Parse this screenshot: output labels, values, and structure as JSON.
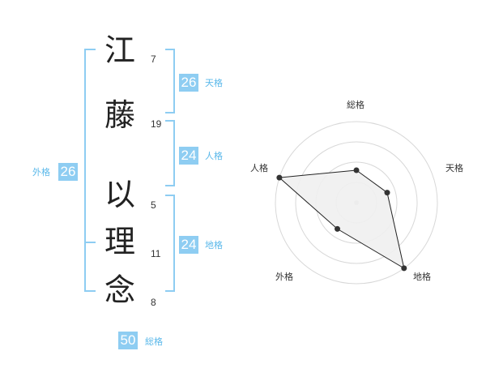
{
  "name": {
    "characters": [
      {
        "char": "江",
        "strokes": "7"
      },
      {
        "char": "藤",
        "strokes": "19"
      },
      {
        "char": "以",
        "strokes": "5"
      },
      {
        "char": "理",
        "strokes": "11"
      },
      {
        "char": "念",
        "strokes": "8"
      }
    ]
  },
  "scores": {
    "tenkaku": {
      "value": "26",
      "label": "天格"
    },
    "jinkaku": {
      "value": "24",
      "label": "人格"
    },
    "chikaku": {
      "value": "24",
      "label": "地格"
    },
    "gaikaku": {
      "value": "26",
      "label": "外格"
    },
    "soukaku": {
      "value": "50",
      "label": "総格"
    }
  },
  "colors": {
    "accent": "#8ecdf2",
    "accent_text": "#5ab8ea",
    "radar_fill": "#efefef",
    "radar_ring": "#d8d8d8"
  },
  "chart_data": {
    "type": "radar",
    "axes": [
      "総格",
      "天格",
      "地格",
      "外格",
      "人格"
    ],
    "values": [
      0.4,
      0.4,
      1.0,
      0.4,
      1.0
    ],
    "rings": 4,
    "max": 1.0
  }
}
